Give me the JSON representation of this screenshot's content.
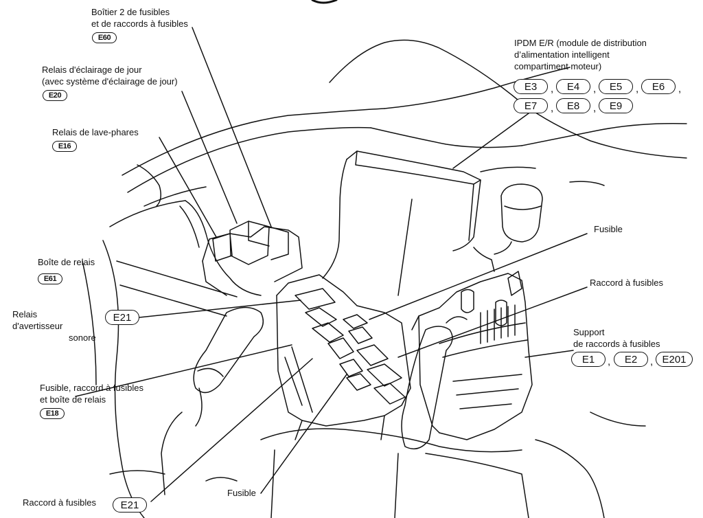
{
  "labels": {
    "boitier2_l1": "Boîtier 2 de fusibles",
    "boitier2_l2": "et de raccords à fusibles",
    "boitier2_code": "E60",
    "eclairage_l1": "Relais d'éclairage de jour",
    "eclairage_l2": "(avec système d'éclairage de jour)",
    "eclairage_code": "E20",
    "lavephares_l1": "Relais de lave-phares",
    "lavephares_code": "E16",
    "boiterelais_l1": "Boîte de relais",
    "boiterelais_code": "E61",
    "avert_l1": "Relais",
    "avert_l2": "d'avertisseur",
    "avert_l3": "sonore",
    "avert_code": "E21",
    "fusraccord_l1": "Fusible, raccord à fusibles",
    "fusraccord_l2": "et boîte de relais",
    "fusraccord_code": "E18",
    "raccordbas_l1": "Raccord à fusibles",
    "raccordbas_code": "E21",
    "fusiblebas_l1": "Fusible",
    "ipdm_l1": "IPDM E/R (module de distribution",
    "ipdm_l2": "d’alimentation intelligent",
    "ipdm_l3": "compartiment moteur)",
    "ipdm_codes": [
      "E3",
      "E4",
      "E5",
      "E6",
      "E7",
      "E8",
      "E9"
    ],
    "fusible_right": "Fusible",
    "raccord_right": "Raccord à fusibles",
    "support_l1": "Support",
    "support_l2": "de raccords à fusibles",
    "support_codes": [
      "E1",
      "E2",
      "E201"
    ],
    "comma": ","
  }
}
